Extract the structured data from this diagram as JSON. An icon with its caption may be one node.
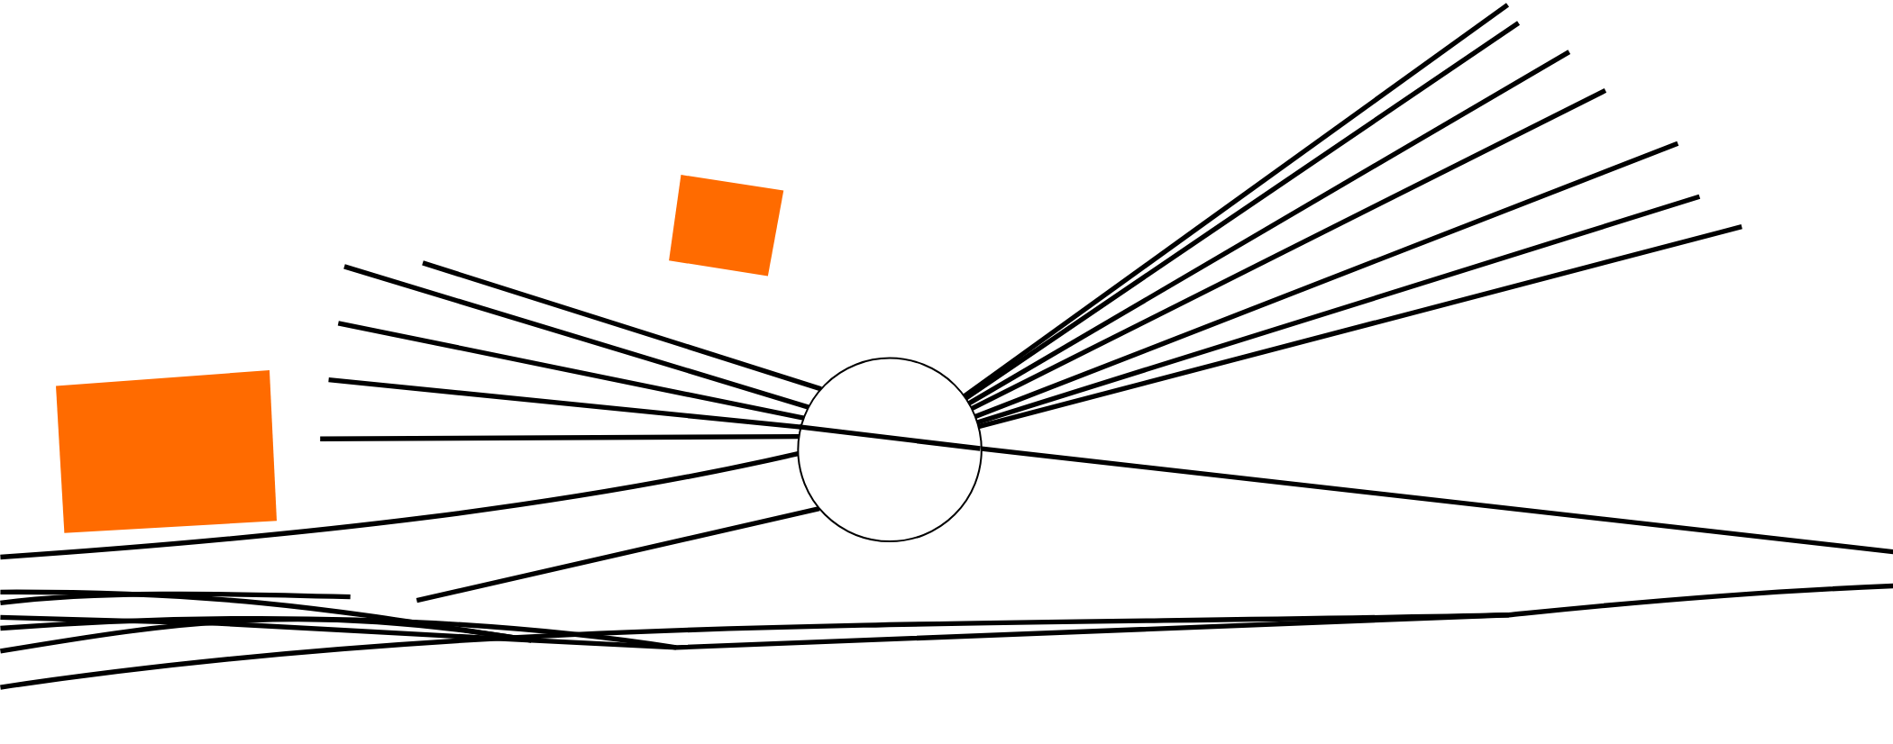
{
  "diagram": {
    "nodes": [
      {
        "text": [],
        "shape": "box"
      },
      {
        "text": [],
        "shape": "circle"
      },
      {
        "text": [],
        "shape": "box"
      }
    ],
    "edges": [
      {
        "from": null,
        "to": 1,
        "arrow": "none"
      },
      {
        "from": null,
        "to": 1,
        "arrow": "none"
      },
      {
        "from": null,
        "to": 1,
        "arrow": "none"
      },
      {
        "from": null,
        "to": 1,
        "arrow": "none"
      },
      {
        "from": null,
        "to": 1,
        "arrow": "none"
      },
      {
        "from": null,
        "to": 1,
        "arrow": "none"
      },
      {
        "from": null,
        "to": 1,
        "arrow": "none"
      },
      {
        "from": null,
        "to": 1,
        "arrow": "none"
      },
      {
        "from": null,
        "to": 1,
        "arrow": "none"
      },
      {
        "from": null,
        "to": 1,
        "arrow": "none"
      },
      {
        "from": null,
        "to": 1,
        "arrow": "none"
      },
      {
        "from": null,
        "to": 1,
        "arrow": "none"
      },
      {
        "from": null,
        "to": 1,
        "arrow": "none"
      },
      {
        "from": null,
        "to": 1,
        "arrow": "none"
      },
      {
        "from": null,
        "to": 1,
        "arrow": "none"
      }
    ]
  }
}
